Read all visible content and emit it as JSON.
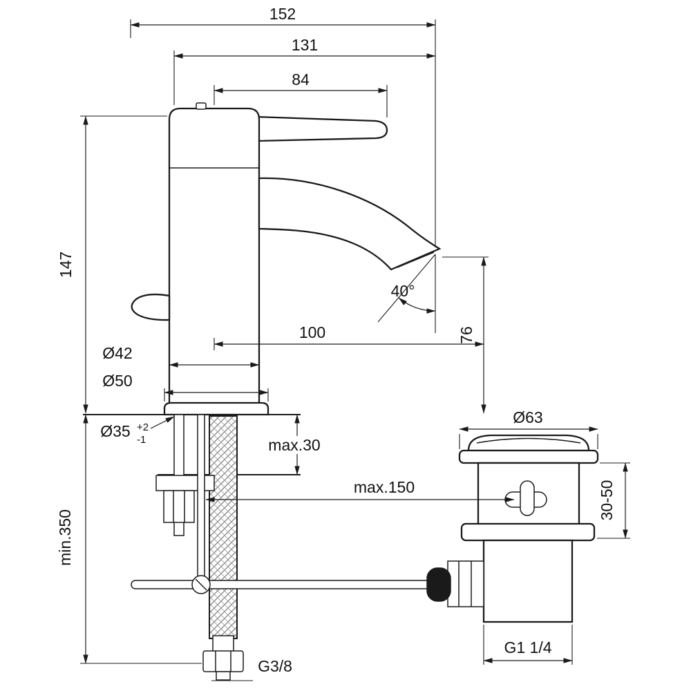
{
  "colors": {
    "ink": "#1a1a1a",
    "paper": "#ffffff"
  },
  "dims": {
    "overall_depth": "152",
    "face_to_tip": "131",
    "lever_length": "84",
    "body_height": "147",
    "spout_angle": "40°",
    "spout_reach": "100",
    "outlet_height": "76",
    "body_diameter": "Ø42",
    "base_diameter": "Ø50",
    "hole_diameter": "Ø35",
    "hole_tol_plus": "+2",
    "hole_tol_minus": "-1",
    "deck_max": "max.30",
    "rod_max": "max.150",
    "hose_min": "min.350",
    "waste_flange_diameter": "Ø63",
    "clamp_range": "30-50",
    "waste_thread": "G1 1/4",
    "supply_thread": "G3/8"
  }
}
